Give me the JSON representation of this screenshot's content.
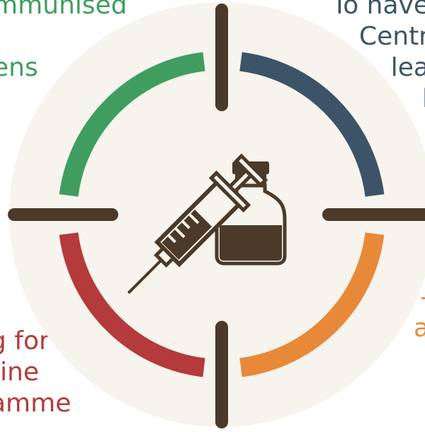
{
  "colors": {
    "background_circle": "#f6f4ec",
    "green": "#3f9e5f",
    "blue": "#3d5468",
    "orange": "#e8893a",
    "red": "#b43a3b",
    "brown": "#4b3a2a"
  },
  "labels": {
    "top_left": [
      "mmunised",
      "",
      "ens"
    ],
    "top_right": [
      "To have",
      "Centr",
      "lea",
      "l"
    ],
    "bottom_right": [
      "-",
      "a"
    ],
    "bottom_left": [
      "g for",
      "tine",
      "amme"
    ]
  },
  "icons": {
    "center": "syringe-and-vial-icon"
  }
}
